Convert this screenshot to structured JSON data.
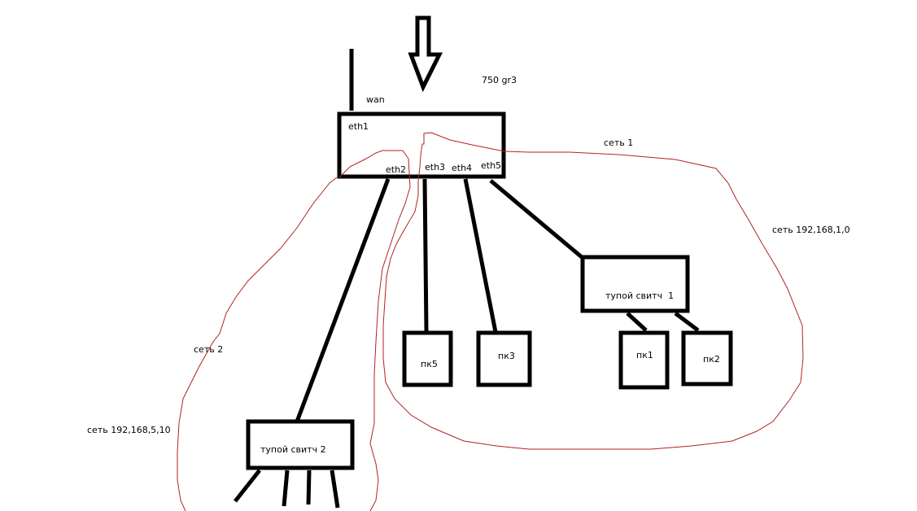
{
  "diagram": {
    "type": "network-topology",
    "router": {
      "model": "750 gr3",
      "ports": [
        "eth1",
        "eth2",
        "eth3",
        "eth4",
        "eth5"
      ],
      "uplink_label": "wan"
    },
    "switches": [
      {
        "id": "switch1",
        "label": "тупой свитч  1",
        "uplink_port": "eth5",
        "clients": [
          "пк1",
          "пк2"
        ]
      },
      {
        "id": "switch2",
        "label": "тупой свитч 2",
        "uplink_port": "eth2",
        "clients": []
      }
    ],
    "pcs": [
      {
        "id": "pk5",
        "label": "пк5",
        "uplink": "eth3"
      },
      {
        "id": "pk3",
        "label": "пк3",
        "uplink": "eth4"
      },
      {
        "id": "pk1",
        "label": "пк1",
        "uplink": "switch1"
      },
      {
        "id": "pk2",
        "label": "пк2",
        "uplink": "switch1"
      }
    ],
    "networks": [
      {
        "name": "сеть 1",
        "address": "сеть 192,168,1,0",
        "members": [
          "eth3",
          "eth4",
          "eth5",
          "switch1",
          "пк5",
          "пк3",
          "пк1",
          "пк2"
        ]
      },
      {
        "name": "сеть 2",
        "address": "сеть 192,168,5,10",
        "members": [
          "eth2",
          "switch2"
        ]
      }
    ],
    "colors": {
      "lines": "#000000",
      "network_outline": "#b22222"
    }
  }
}
